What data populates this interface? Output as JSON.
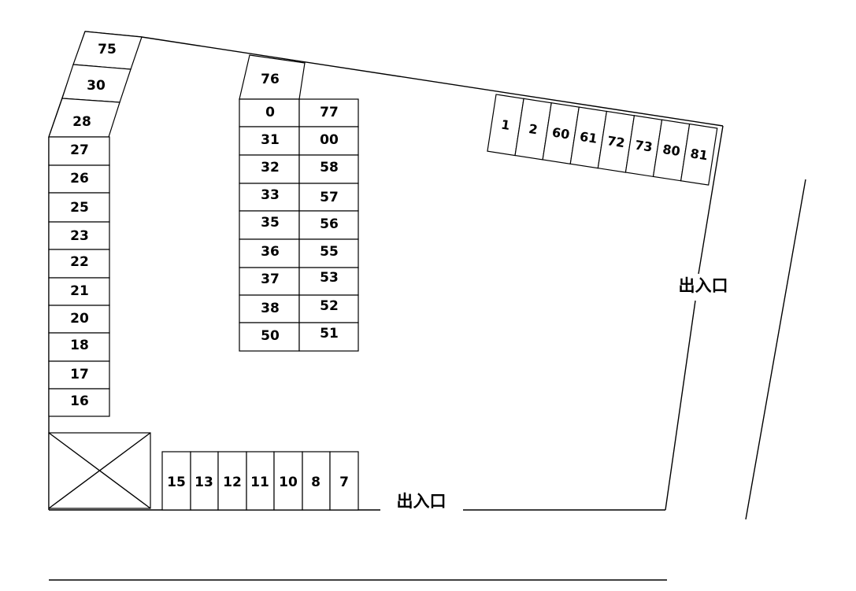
{
  "colors": {
    "line": "#000000",
    "background": "#ffffff"
  },
  "left_column": {
    "angled": [
      "75",
      "30",
      "28"
    ],
    "stalls": [
      "27",
      "26",
      "25",
      "23",
      "22",
      "21",
      "20",
      "18",
      "17",
      "16"
    ]
  },
  "center_block": {
    "angled": "76",
    "left_column": [
      "0",
      "31",
      "32",
      "33",
      "35",
      "36",
      "37",
      "38",
      "50"
    ],
    "right_column": [
      "77",
      "00",
      "58",
      "57",
      "56",
      "55",
      "53",
      "52",
      "51"
    ]
  },
  "top_right_row": [
    "1",
    "2",
    "60",
    "61",
    "72",
    "73",
    "80",
    "81"
  ],
  "bottom_row": [
    "15",
    "13",
    "12",
    "11",
    "10",
    "8",
    "7"
  ],
  "entrances": {
    "bottom": "出入口",
    "right": "出入口"
  },
  "building_icon": "crossed-box-icon"
}
